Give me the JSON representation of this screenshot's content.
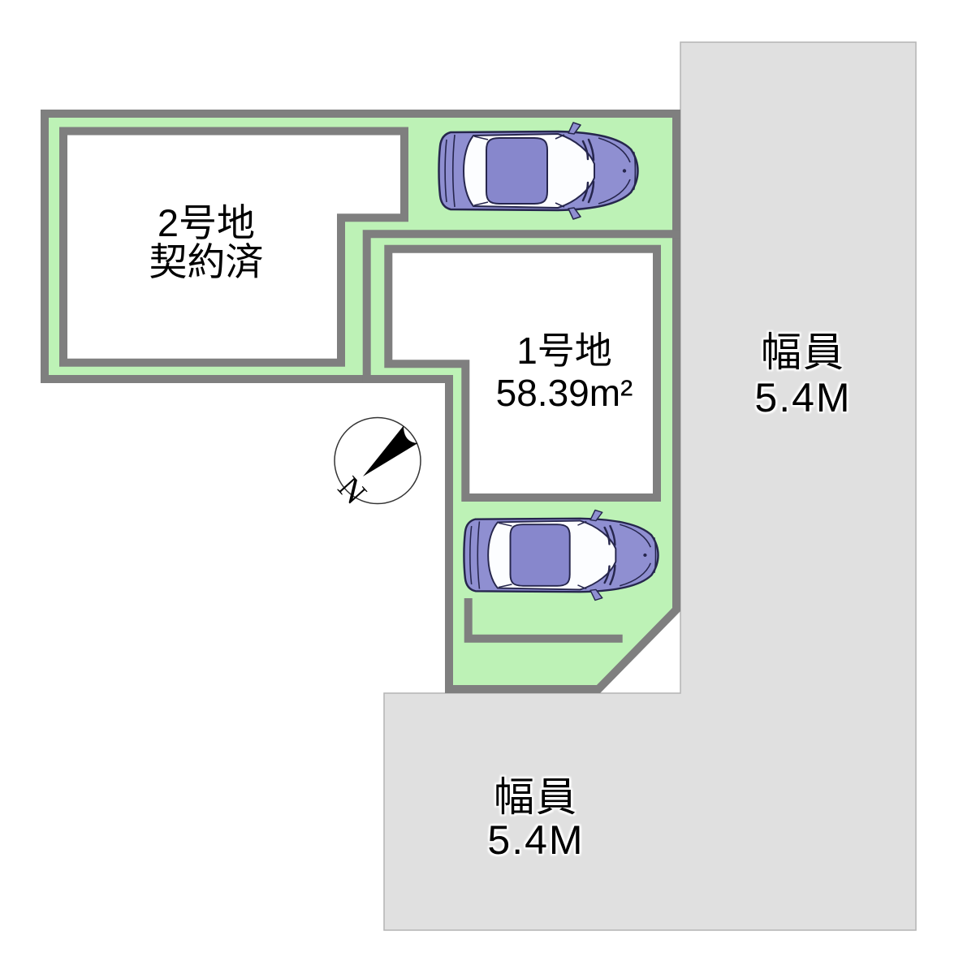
{
  "diagram": {
    "plot2": {
      "name_line": "2号地",
      "status_line": "契約済"
    },
    "plot1": {
      "name_line": "1号地",
      "area_line": "58.39m²"
    },
    "road_right": {
      "line1": "幅員",
      "line2": "5.4M"
    },
    "road_bottom": {
      "line1": "幅員",
      "line2": "5.4M"
    },
    "compass": {
      "north_label": "N"
    }
  },
  "icons": {
    "car": "car-top-view-icon",
    "compass": "north-arrow-compass-icon"
  },
  "colors": {
    "lot-green": "#bdf2b6",
    "outline-gray": "#7f7f7f",
    "road-gray": "#e0e0e0",
    "road-border": "#b4b4b4",
    "car-body": "#8f8fd1",
    "car-roof": "#8787cc",
    "car-dark": "#26264d",
    "window-white": "#fcfdff",
    "text-black": "#000000"
  }
}
